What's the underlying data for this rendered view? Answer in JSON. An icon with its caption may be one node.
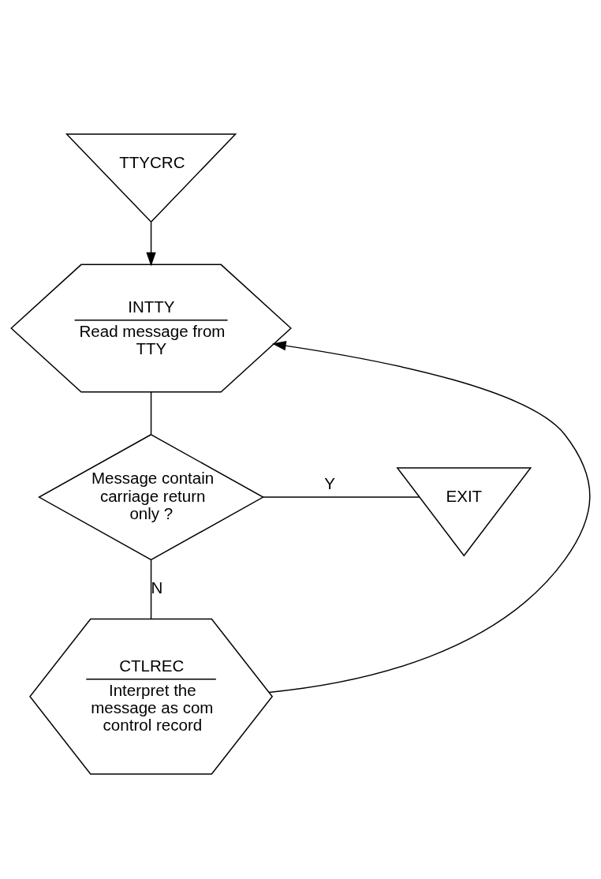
{
  "diagram": {
    "nodes": [
      {
        "text": [
          "TTYCRC"
        ]
      },
      {
        "text": [
          "INTTY",
          "Read message from TTY"
        ]
      },
      {
        "text": [
          "Message contain carriage return only ?"
        ]
      },
      {
        "text": [
          "CTLREC",
          "Interpret the message as com control record"
        ]
      },
      {
        "text": [
          "EXIT"
        ]
      }
    ],
    "edges": [
      {
        "from": 0,
        "to": 1,
        "arrow": "to"
      },
      {
        "from": 1,
        "to": 2,
        "arrow": "none"
      },
      {
        "from": 2,
        "to": 4,
        "arrow": "none",
        "label": "Y"
      },
      {
        "from": 2,
        "to": 3,
        "arrow": "none",
        "label": "N"
      },
      {
        "from": 3,
        "to": 1,
        "arrow": "to"
      }
    ]
  }
}
